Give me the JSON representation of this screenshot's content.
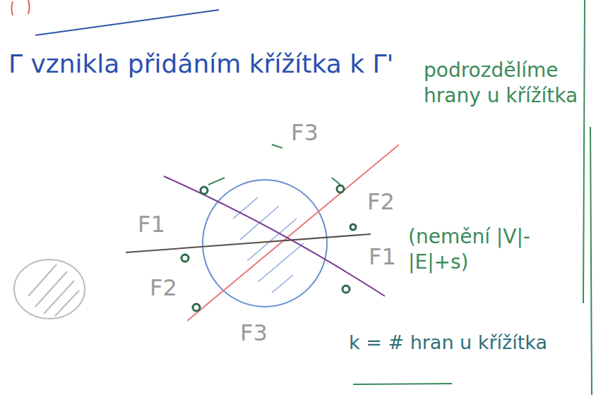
{
  "diagram": {
    "labels": [
      "Γ vznikla přidáním křížítka k Γ'",
      "podrozdělíme hrany u křížítka",
      "(nemění |V|-|E|+s)",
      "k = # hran u křížítka",
      "F3",
      "F2",
      "F1",
      "F1",
      "F2",
      "F3"
    ]
  }
}
